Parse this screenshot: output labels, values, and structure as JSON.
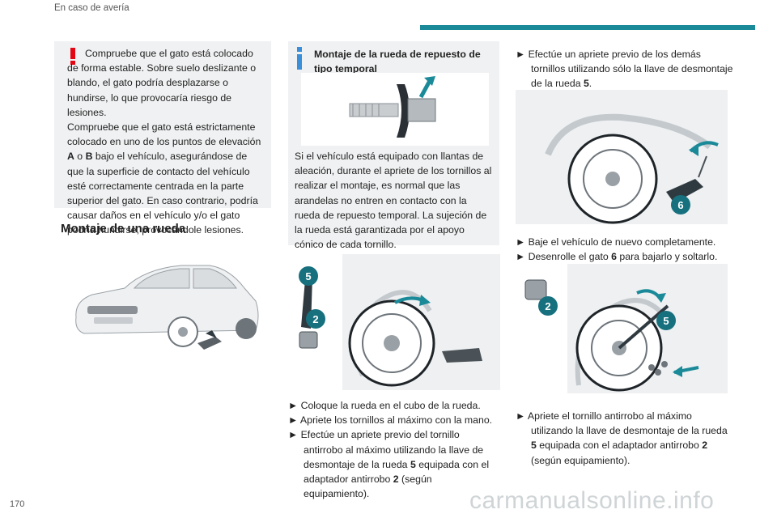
{
  "header": {
    "section_title": "En caso de avería"
  },
  "page_number": "170",
  "watermark": "carmanualsonline.info",
  "warning": {
    "text_line1": "Compruebe que el gato está colocado de forma estable. Sobre suelo deslizante o blando, el gato podría desplazarse o hundirse, lo que provocaría riesgo de lesiones.",
    "text_line2_a": "Compruebe que el gato está estrictamente colocado en uno de los puntos de elevación ",
    "text_line2_A": "A",
    "text_line2_o": " o ",
    "text_line2_B": "B",
    "text_line2_b": " bajo el vehículo, asegurándose de que la superficie de contacto del vehículo esté correctamente centrada en la parte superior del gato. En caso contrario, podría causar daños en el vehículo y/o el gato podría hundirse, provocándole lesiones."
  },
  "section_heading": "Montaje de una rueda",
  "info": {
    "title": "Montaje de la rueda de repuesto de tipo temporal",
    "text": "Si el vehículo está equipado con llantas de aleación, durante el apriete de los tornillos al realizar el montaje, es normal que las arandelas no entren en contacto con la rueda de repuesto temporal. La sujeción de la rueda está garantizada por el apoyo cónico de cada tornillo."
  },
  "col2_steps": {
    "step1": "► Coloque la rueda en el cubo de la rueda.",
    "step2": "► Apriete los tornillos al máximo con la mano.",
    "step3_a": "► Efectúe un apriete previo del tornillo antirrobo al máximo utilizando la llave de desmontaje de la rueda ",
    "step3_5": "5",
    "step3_b": " equipada con el adaptador antirrobo ",
    "step3_2": "2",
    "step3_c": " (según equipamiento)."
  },
  "col3_top": {
    "text_a": "► Efectúe un apriete previo de los demás tornillos utilizando sólo la llave de desmontaje de la rueda ",
    "text_5": "5",
    "text_b": "."
  },
  "col3_mid": {
    "step1": "► Baje el vehículo de nuevo completamente.",
    "step2_a": "► Desenrolle el gato ",
    "step2_6": "6",
    "step2_b": " para bajarlo y soltarlo."
  },
  "col3_bot": {
    "text_a": "► Apriete el tornillo antirrobo al máximo utilizando la llave de desmontaje de la rueda ",
    "text_5": "5",
    "text_b": " equipada con el adaptador antirrobo ",
    "text_2": "2",
    "text_c": " (según equipamiento)."
  },
  "callouts": {
    "five": "5",
    "two": "2",
    "six": "6"
  },
  "colors": {
    "accent": "#1a8a99",
    "warning_red": "#e30613",
    "info_blue": "#3a8fd8",
    "callout_teal": "#17707e"
  }
}
